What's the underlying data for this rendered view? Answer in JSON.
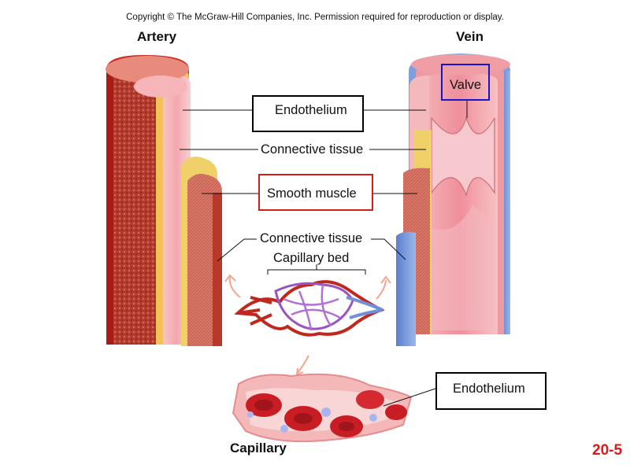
{
  "copyright": "Copyright © The McGraw-Hill Companies, Inc. Permission required for reproduction or display.",
  "titles": {
    "artery": "Artery",
    "vein": "Vein",
    "capillary": "Capillary"
  },
  "labels": {
    "endothelium_top": "Endothelium",
    "connective_tissue_inner": "Connective tissue",
    "smooth_muscle": "Smooth muscle",
    "connective_tissue_outer": "Connective tissue",
    "capillary_bed": "Capillary bed",
    "valve": "Valve",
    "endothelium_capillary": "Endothelium"
  },
  "figure_number": "20-5",
  "colors": {
    "artery_red": "#c8281e",
    "vessel_pink": "#f2a7ad",
    "connective_yellow": "#f0d070",
    "vein_blue": "#6f93d8",
    "highlight_red": "#d21d1d",
    "highlight_blue": "#1616c8",
    "figure_number_red": "#e11818"
  }
}
